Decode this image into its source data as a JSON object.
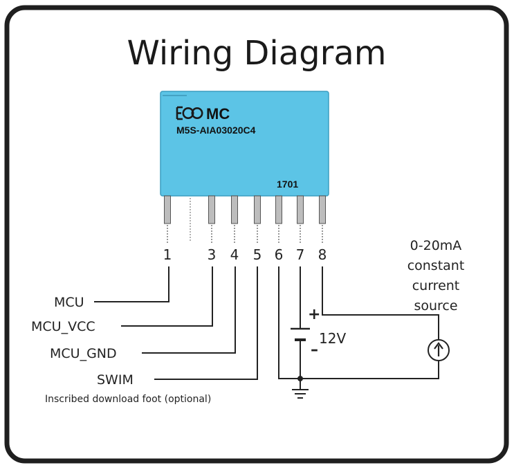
{
  "title": "Wiring Diagram",
  "chip": {
    "brand": "MC",
    "model": "M5S-AIA03020C4",
    "date_code": "1701",
    "color": "#5cc4e6"
  },
  "pins": [
    {
      "number": "1",
      "present": true
    },
    {
      "number": "",
      "present": false
    },
    {
      "number": "3",
      "present": true
    },
    {
      "number": "4",
      "present": true
    },
    {
      "number": "5",
      "present": true
    },
    {
      "number": "6",
      "present": true
    },
    {
      "number": "7",
      "present": true
    },
    {
      "number": "8",
      "present": true
    }
  ],
  "connections": {
    "mcu": "MCU",
    "mcu_vcc": "MCU_VCC",
    "mcu_gnd": "MCU_GND",
    "swim": "SWIM"
  },
  "swim_note": "Inscribed download foot (optional)",
  "battery": {
    "voltage": "12V",
    "plus": "+",
    "minus": "–"
  },
  "current_source": {
    "line1": "0-20mA",
    "line2": "constant",
    "line3": "current",
    "line4": "source"
  }
}
